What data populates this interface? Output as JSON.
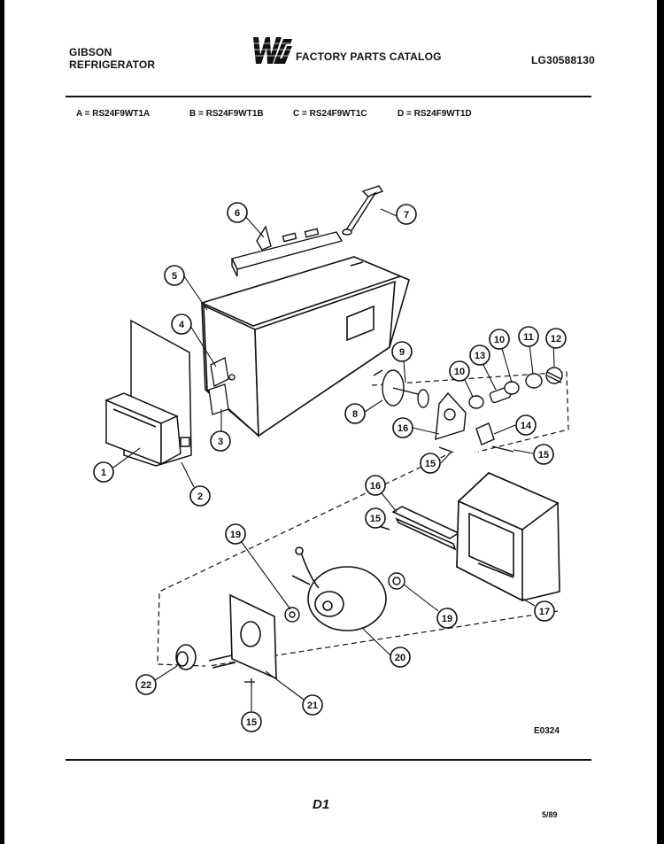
{
  "header": {
    "brand_line1": "GIBSON",
    "brand_line2": "REFRIGERATOR",
    "logo_text": "WCI",
    "catalog_title": "FACTORY PARTS CATALOG",
    "catalog_number": "LG30588130"
  },
  "models": {
    "a": "A = RS24F9WT1A",
    "b": "B = RS24F9WT1B",
    "c": "C = RS24F9WT1C",
    "d": "D = RS24F9WT1D"
  },
  "callouts": [
    "1",
    "2",
    "3",
    "4",
    "5",
    "6",
    "7",
    "8",
    "9",
    "10",
    "10",
    "11",
    "12",
    "13",
    "14",
    "15",
    "15",
    "15",
    "15",
    "16",
    "16",
    "17",
    "19",
    "19",
    "20",
    "21",
    "22"
  ],
  "footer": {
    "drawing_code": "E0324",
    "page": "D1",
    "date": "5/89"
  }
}
